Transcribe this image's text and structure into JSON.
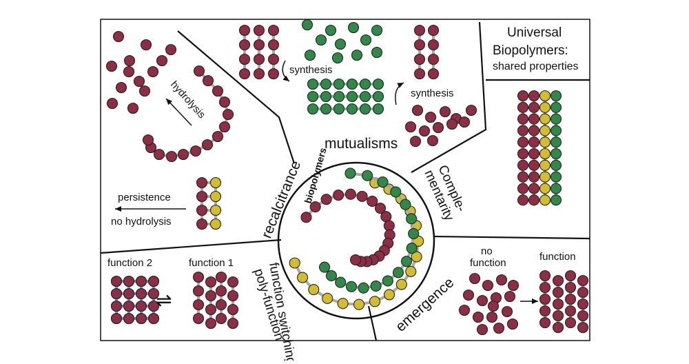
{
  "colors": {
    "maroon": "#8e2d43",
    "green": "#2f8a48",
    "yellow": "#d4bd2a",
    "link": "#a9a9a9",
    "cyan_link": "#3aa7d6",
    "line": "#111111"
  },
  "center": {
    "label": "biopolymers"
  },
  "sections": {
    "mutualisms": "mutualisms",
    "recalcitrance": "recalcitrance",
    "complementarity_line1": "Comple-",
    "complementarity_line2": "mentarity",
    "function_switching": "function switching",
    "poly_function": "poly-function",
    "emergence": "emergence"
  },
  "title": {
    "line1": "Universal",
    "line2": "Biopolymers:",
    "line3": "shared properties"
  },
  "labels": {
    "hydrolysis": "hydrolysis",
    "synthesis_left": "synthesis",
    "synthesis_right": "synthesis",
    "persistence": "persistence",
    "no_hydrolysis": "no hydrolysis",
    "function_2": "function 2",
    "function_1": "function 1",
    "no_function_line1": "no",
    "no_function_line2": "function",
    "function": "function"
  },
  "symbols": {
    "equilibrium": "⇌"
  }
}
